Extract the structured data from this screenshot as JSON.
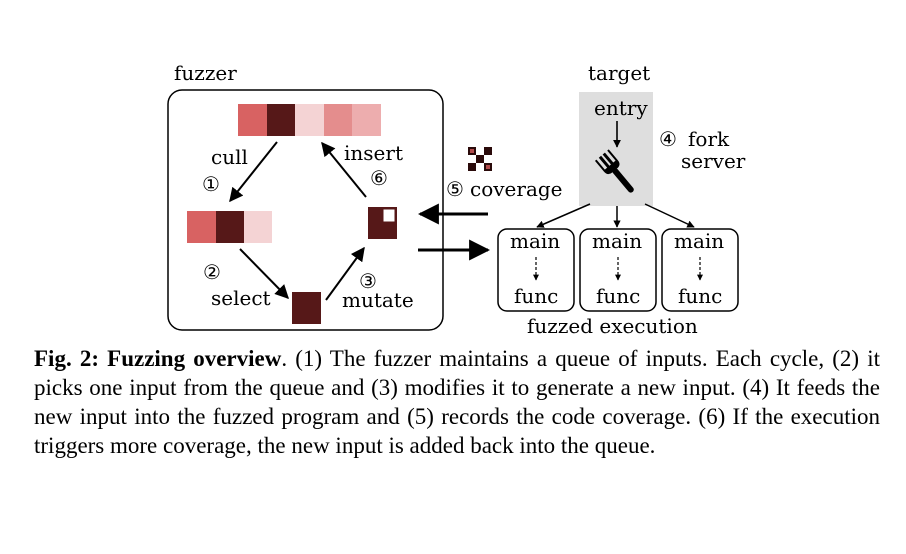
{
  "diagram": {
    "fuzzer_label": "fuzzer",
    "target_label": "target",
    "entry_label": "entry",
    "steps": {
      "cull": "cull",
      "cull_num": "①",
      "insert": "insert",
      "insert_num": "⑥",
      "select_num": "②",
      "select": "select",
      "mutate_num": "③",
      "mutate": "mutate",
      "fork_num": "④",
      "fork_line1": "fork",
      "fork_line2": "server",
      "coverage_num": "⑤",
      "coverage": "coverage"
    },
    "executions": [
      {
        "main": "main",
        "func": "func"
      },
      {
        "main": "main",
        "func": "func"
      },
      {
        "main": "main",
        "func": "func"
      }
    ],
    "fuzzed_execution_label": "fuzzed execution",
    "colors": {
      "dark": "#561818",
      "red": "#d86262",
      "pink": "#f4d3d4",
      "salmon": "#e48d8d",
      "rose": "#edadae",
      "target_bg": "#dedede"
    }
  },
  "caption": {
    "title": "Fig. 2: Fuzzing overview",
    "text": ". (1) The fuzzer maintains a queue of inputs. Each cycle, (2) it picks one input from the queue and (3) modifies it to generate a new input. (4) It feeds the new input into the fuzzed program and (5) records the code coverage. (6) If the execution triggers more coverage, the new input is added back into the queue."
  }
}
